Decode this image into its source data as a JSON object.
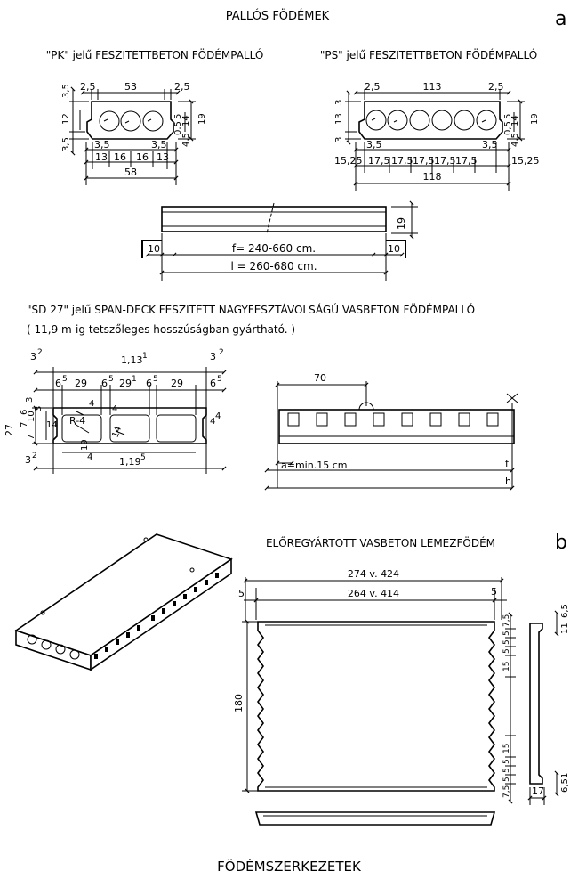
{
  "title_top": "PALLÓS FÖDÉMEK",
  "label_a": "a",
  "label_b": "b",
  "pk": {
    "title": "\"PK\" jelű FESZITETTBETON FÖDÉMPALLÓ",
    "dims": [
      "2,5",
      "53",
      "2,5",
      "3,5",
      "12",
      "3,5",
      "5",
      "14",
      "19",
      "0,5",
      "4,5",
      "3,5",
      "3,5",
      "13",
      "16",
      "16",
      "13",
      "58"
    ]
  },
  "ps": {
    "title": "\"PS\" jelű FESZITETTBETON FÖDÉMPALLÓ",
    "dims": [
      "2,5",
      "113",
      "2,5",
      "3",
      "13",
      "3",
      "5",
      "14",
      "19",
      "0,5",
      "4,5",
      "3,5",
      "3,5",
      "15,25",
      "17,5",
      "17,5",
      "17,5",
      "17,5",
      "17,5",
      "15,25",
      "118"
    ]
  },
  "elev": {
    "dims": [
      "19",
      "10",
      "10"
    ],
    "f_label": "f= 240-660 cm.",
    "l_label": "l = 260-680 cm."
  },
  "sd": {
    "title": "\"SD 27\" jelű SPAN-DECK FESZITETT NAGYFESZTÁVOLSÁGÚ VASBETON FÖDÉMPALLÓ",
    "subtitle": "( 11,9 m-ig tetszőleges hosszúságban gyártható. )",
    "dims": [
      "3",
      "2",
      "1,13",
      "1",
      "3",
      "2",
      "6",
      "5",
      "29",
      "6",
      "5",
      "29",
      "1",
      "6",
      "5",
      "29",
      "6",
      "5",
      "4",
      "27",
      "3",
      "7",
      "6",
      "7",
      "10",
      "14",
      "3",
      "4",
      "19",
      "R-4",
      "14",
      "4",
      "4",
      "3",
      "2",
      "4",
      "1,19",
      "5"
    ],
    "elev_dims": [
      "70",
      "a=min.15 cm",
      "f",
      "h"
    ]
  },
  "lemez": {
    "title": "ELŐREGYÁRTOTT VASBETON LEMEZFÖDÉM",
    "dims_top": [
      "274 v. 424",
      "264 v. 414",
      "5",
      "5"
    ],
    "dim_side": "180",
    "dims_right": [
      "7,5",
      "5",
      "5",
      "5",
      "15",
      "15",
      "5",
      "5",
      "5",
      "7,5"
    ],
    "dims_section": [
      "6,5",
      "11",
      "6,5",
      "1",
      "17"
    ]
  },
  "footer": "FÖDÉMSZERKEZETEK"
}
